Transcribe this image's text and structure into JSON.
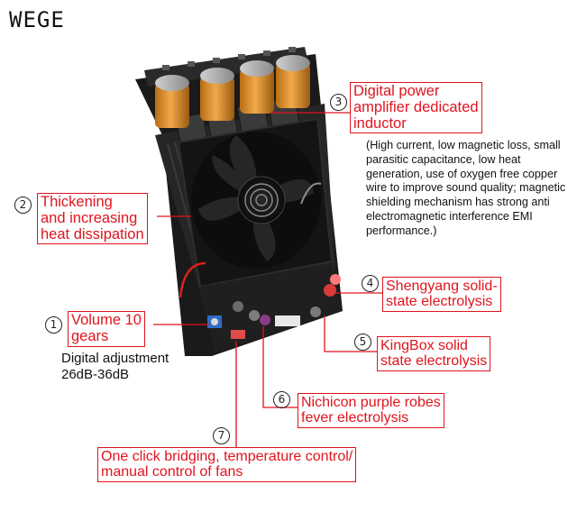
{
  "brand": "WEGE",
  "callouts": {
    "c1": {
      "num": "1",
      "lines": [
        "Volume 10",
        "gears"
      ],
      "note": [
        "Digital adjustment",
        "26dB-36dB"
      ]
    },
    "c2": {
      "num": "2",
      "lines": [
        "Thickening",
        "and increasing",
        "heat dissipation"
      ]
    },
    "c3": {
      "num": "3",
      "lines": [
        "Digital power",
        "amplifier dedicated",
        "inductor"
      ],
      "desc": "(High current, low magnetic loss, small parasitic capacitance, low heat generation, use of oxygen free copper wire to improve sound quality; magnetic shielding mechanism has strong anti electromagnetic interference EMI performance.)"
    },
    "c4": {
      "num": "4",
      "lines": [
        "Shengyang solid-",
        "state electrolysis"
      ]
    },
    "c5": {
      "num": "5",
      "lines": [
        "KingBox solid",
        "state electrolysis"
      ]
    },
    "c6": {
      "num": "6",
      "lines": [
        "Nichicon purple robes",
        "fever electrolysis"
      ]
    },
    "c7": {
      "num": "7",
      "lines": [
        "One click bridging, temperature control/",
        "manual control of fans"
      ]
    }
  },
  "colors": {
    "accent": "#e0141e",
    "board": "#1c1c1c",
    "capacitor": "#e0912a"
  }
}
